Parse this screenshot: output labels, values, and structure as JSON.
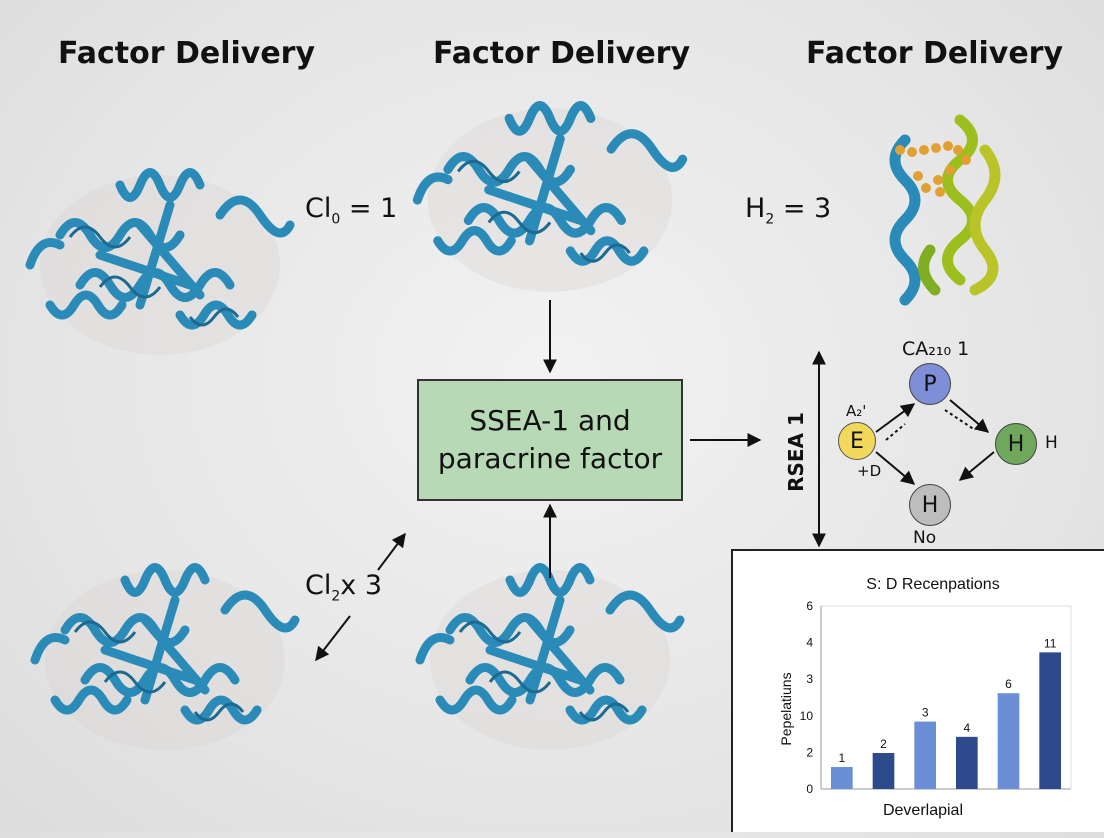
{
  "titles": [
    "Factor Delivery",
    "Factor Delivery",
    "Factor Delivery"
  ],
  "equations": {
    "eq1": {
      "main": "Cl",
      "sub": "0",
      "rest": "= 1"
    },
    "eq2": {
      "main": "H",
      "sub": "2",
      "rest": "= 3"
    },
    "eq3": {
      "main": "Cl",
      "sub": "2",
      "rest": "x 3"
    }
  },
  "center_box": {
    "line1": "SSEA-1 and",
    "line2": "paracrine factor"
  },
  "network": {
    "axis_label": "RSEA 1",
    "top_label": "CA₂₁₀ 1",
    "nodes": [
      {
        "letter": "E",
        "color": "#f2d95c",
        "label": "A₂'",
        "sublabel": "+D"
      },
      {
        "letter": "P",
        "color": "#7e8fd8"
      },
      {
        "letter": "H",
        "color": "#6fa85c",
        "label": "H"
      },
      {
        "letter": "H",
        "color": "#bdbdbd",
        "label": "No"
      }
    ]
  },
  "colors": {
    "protein": "#2a8ab8",
    "protein_alt": "#9cbf1e",
    "bead": "#e2a032",
    "bar_light": "#6a8fd6",
    "bar_dark": "#2c4a8c"
  },
  "chart_data": {
    "type": "bar",
    "title": "S: D Recenpations",
    "xlabel": "Deverlapial",
    "ylabel": "Pepelatiuns",
    "ytick_labels": [
      "0",
      "2",
      "10",
      "3",
      "4",
      "6"
    ],
    "ylim": [
      0,
      6
    ],
    "values": [
      0.72,
      1.18,
      2.21,
      1.71,
      3.14,
      4.48
    ],
    "data_labels": [
      "1",
      "2",
      "3",
      "4",
      "6",
      "11"
    ],
    "bar_shades": [
      "light",
      "dark",
      "light",
      "dark",
      "light",
      "dark"
    ],
    "grid": false
  }
}
